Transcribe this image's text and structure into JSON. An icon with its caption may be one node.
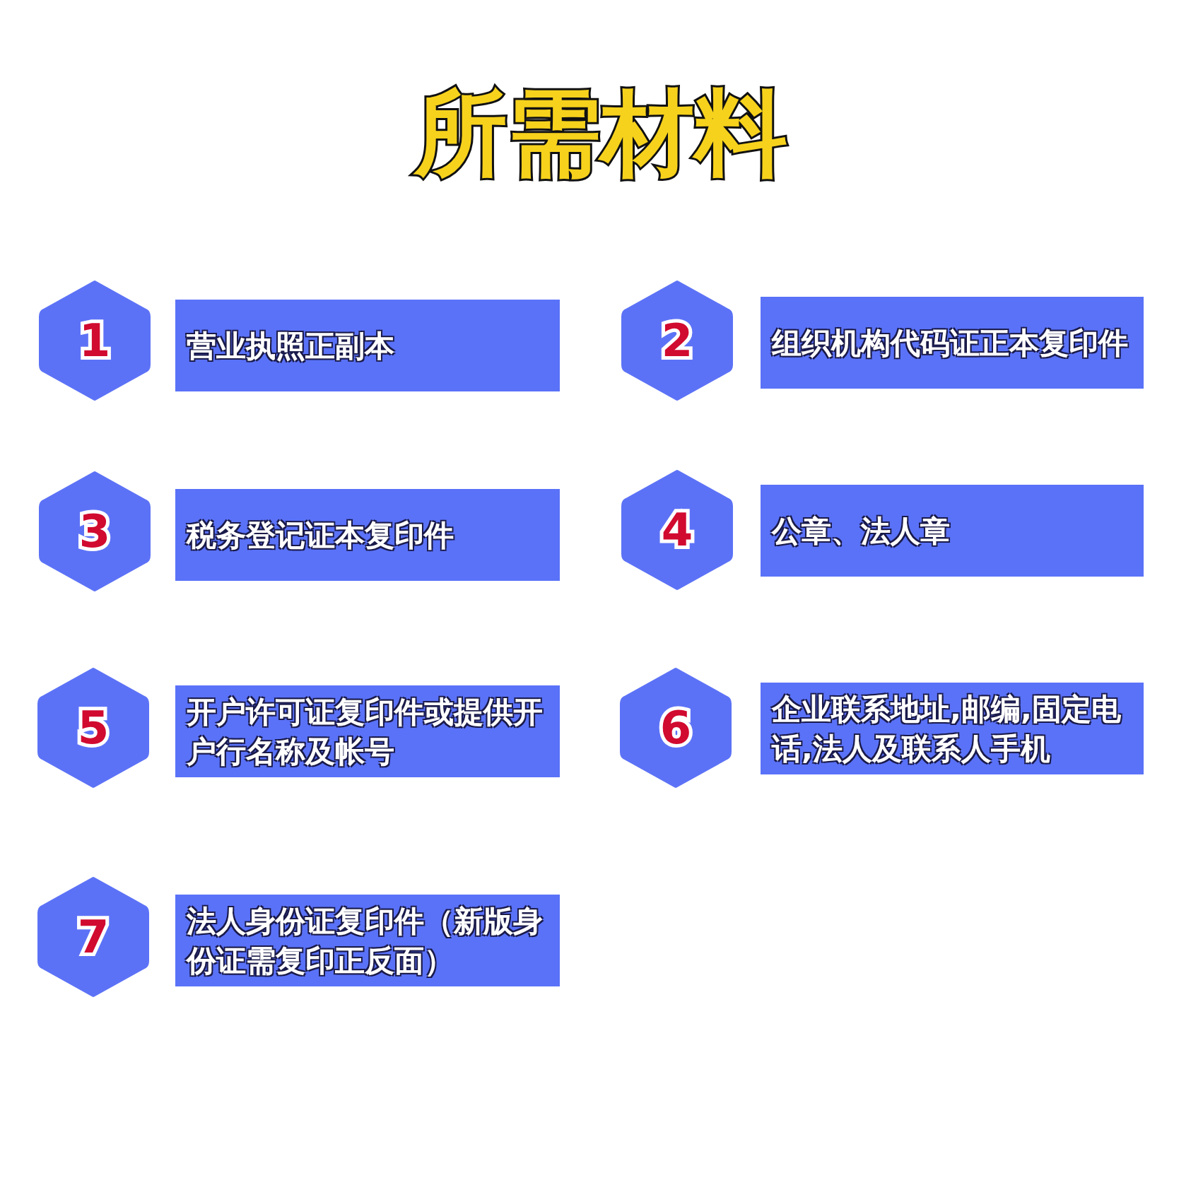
{
  "diagram": {
    "title": "所需材料",
    "nodes": [
      {
        "text": [
          "1"
        ]
      },
      {
        "text": [
          "营业执照正副本"
        ]
      },
      {
        "text": [
          "2"
        ]
      },
      {
        "text": [
          "组织机构代码证正本复印件"
        ]
      },
      {
        "text": [
          "3"
        ]
      },
      {
        "text": [
          "税务登记证本复印件"
        ]
      },
      {
        "text": [
          "4"
        ]
      },
      {
        "text": [
          "公章、法人章"
        ]
      },
      {
        "text": [
          "5"
        ]
      },
      {
        "text": [
          "开户许可证复印件或提供开户行名称及帐号"
        ]
      },
      {
        "text": [
          "6"
        ]
      },
      {
        "text": [
          "企业联系地址,邮编,固定电话,法人及联系人手机"
        ]
      },
      {
        "text": [
          "7"
        ]
      },
      {
        "text": [
          "法人身份证复印件（新版身份证需复印正反面）"
        ]
      }
    ]
  }
}
